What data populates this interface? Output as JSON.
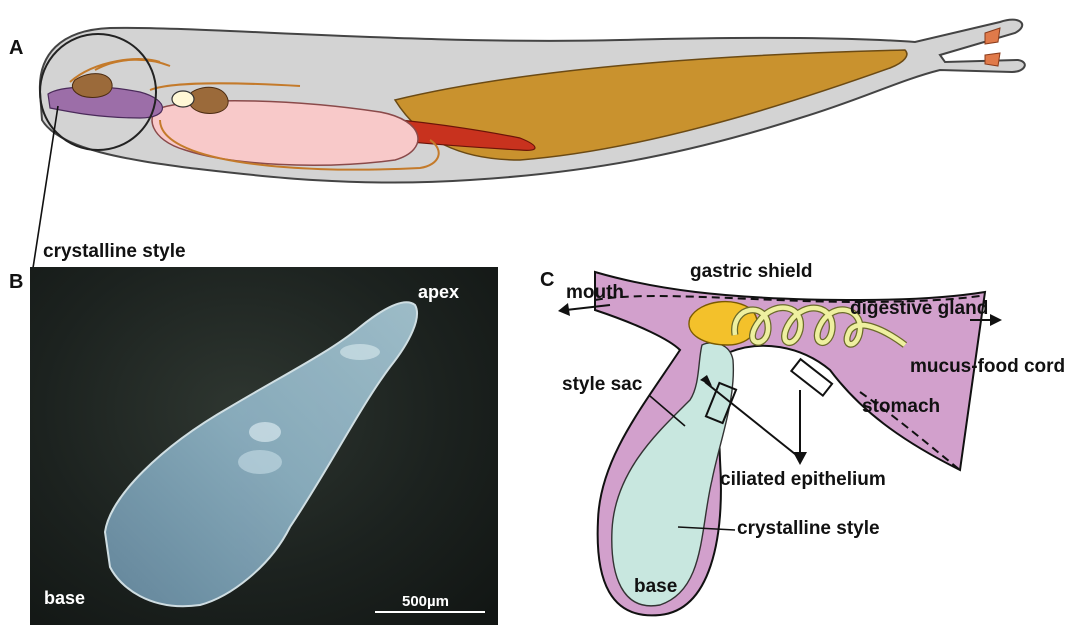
{
  "panels": {
    "a": {
      "letter": "A",
      "callout": "crystalline style"
    },
    "b": {
      "letter": "B",
      "apex_label": "apex",
      "base_label": "base",
      "scale_label": "500µm"
    },
    "c": {
      "letter": "C",
      "labels": {
        "gastric_shield": "gastric shield",
        "mouth": "mouth",
        "digestive_gland": "digestive gland",
        "mucus_food_cord": "mucus-food cord",
        "style_sac": "style sac",
        "stomach": "stomach",
        "ciliated_epithelium": "ciliated epithelium",
        "crystalline_style": "crystalline style",
        "base": "base"
      }
    }
  },
  "colors": {
    "body_grey": "#d3d3d3",
    "digestive_gland": "#c9922e",
    "gonad_pink": "#f8c9c9",
    "kidney_red": "#c8321e",
    "stomach_purple": "#9c6ea8",
    "liver_brown": "#9b6a3a",
    "shield_yellow": "#f3c12b",
    "cord_yellow": "#eef0a0",
    "style_teal": "#c8e7df",
    "stomach_pink": "#d2a0cc"
  }
}
